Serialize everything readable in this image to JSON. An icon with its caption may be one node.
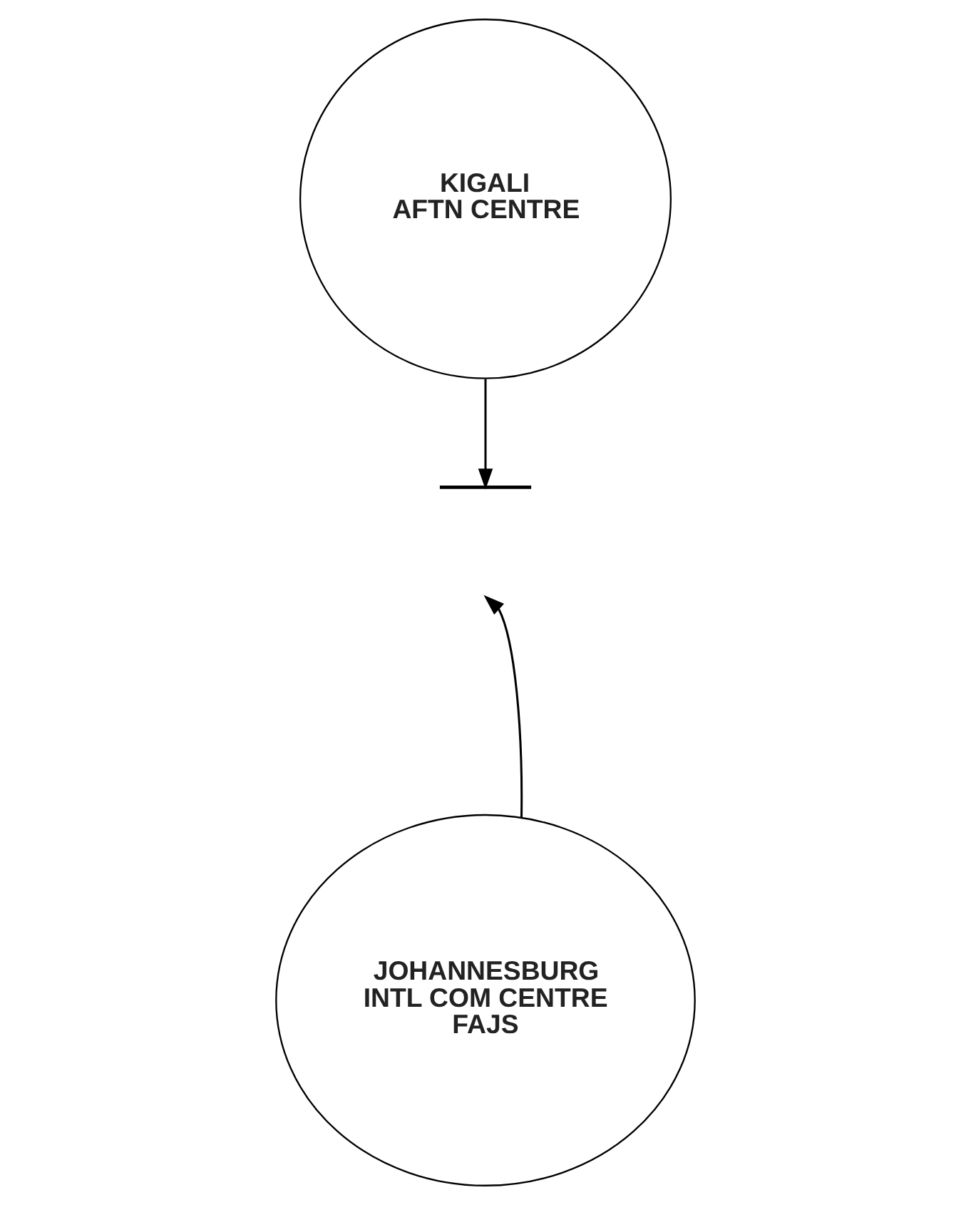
{
  "diagram": {
    "nodes": [
      {
        "text": [
          "KIGALI",
          "AFTN CENTRE"
        ]
      },
      {
        "text": [],
        "shape": "bar"
      },
      {
        "text": [
          "JOHANNESBURG",
          "INTL COM CENTRE",
          "FAJS"
        ]
      }
    ],
    "edges": [
      {
        "from": 0,
        "to": 1,
        "arrow": "to"
      },
      {
        "from": 2,
        "to": null,
        "arrow": "to"
      }
    ]
  }
}
